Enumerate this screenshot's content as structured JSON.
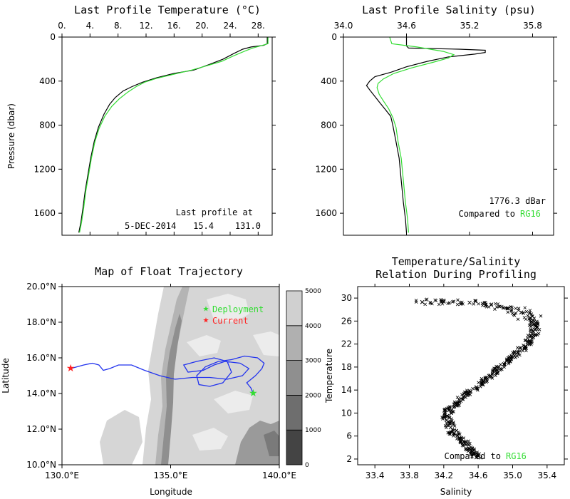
{
  "chart_data": [
    {
      "id": "temperature",
      "type": "line",
      "title": "Last Profile Temperature (°C)",
      "ylabel": "Pressure (dbar)",
      "xlim": [
        0,
        30
      ],
      "ylim": [
        1800,
        0
      ],
      "x_ticks": [
        {
          "v": 0,
          "l": "0."
        },
        {
          "v": 4,
          "l": "4."
        },
        {
          "v": 8,
          "l": "8."
        },
        {
          "v": 12,
          "l": "12."
        },
        {
          "v": 16,
          "l": "16."
        },
        {
          "v": 20,
          "l": "20."
        },
        {
          "v": 24,
          "l": "24."
        },
        {
          "v": 28,
          "l": "28."
        }
      ],
      "y_ticks": [
        {
          "v": 0,
          "l": "0"
        },
        {
          "v": 400,
          "l": "400"
        },
        {
          "v": 800,
          "l": "800"
        },
        {
          "v": 1200,
          "l": "1200"
        },
        {
          "v": 1600,
          "l": "1600"
        }
      ],
      "annotations": [
        "Last profile at",
        "5-DEC-2014",
        "15.4",
        "131.0"
      ],
      "series": [
        {
          "color": "#000000",
          "points": [
            [
              29.3,
              0
            ],
            [
              29.3,
              60
            ],
            [
              28.8,
              75
            ],
            [
              27.0,
              90
            ],
            [
              25.8,
              110
            ],
            [
              24.5,
              150
            ],
            [
              23.0,
              200
            ],
            [
              21.0,
              250
            ],
            [
              18.8,
              300
            ],
            [
              16.0,
              330
            ],
            [
              13.5,
              370
            ],
            [
              11.5,
              410
            ],
            [
              10.0,
              450
            ],
            [
              8.7,
              490
            ],
            [
              7.6,
              550
            ],
            [
              6.8,
              610
            ],
            [
              6.0,
              700
            ],
            [
              5.2,
              820
            ],
            [
              4.6,
              950
            ],
            [
              4.1,
              1100
            ],
            [
              3.7,
              1250
            ],
            [
              3.3,
              1400
            ],
            [
              3.0,
              1550
            ],
            [
              2.7,
              1680
            ],
            [
              2.4,
              1776
            ]
          ]
        },
        {
          "color": "#33dd33",
          "points": [
            [
              29.4,
              0
            ],
            [
              29.4,
              60
            ],
            [
              28.3,
              80
            ],
            [
              27.2,
              100
            ],
            [
              26.0,
              130
            ],
            [
              24.5,
              170
            ],
            [
              22.8,
              220
            ],
            [
              20.7,
              260
            ],
            [
              18.5,
              300
            ],
            [
              15.8,
              340
            ],
            [
              13.5,
              375
            ],
            [
              11.8,
              410
            ],
            [
              10.6,
              450
            ],
            [
              9.4,
              500
            ],
            [
              8.2,
              560
            ],
            [
              7.1,
              630
            ],
            [
              6.1,
              720
            ],
            [
              5.3,
              830
            ],
            [
              4.7,
              950
            ],
            [
              4.2,
              1100
            ],
            [
              3.8,
              1250
            ],
            [
              3.4,
              1400
            ],
            [
              3.1,
              1550
            ],
            [
              2.8,
              1680
            ],
            [
              2.5,
              1776
            ]
          ]
        }
      ]
    },
    {
      "id": "salinity",
      "type": "line",
      "title": "Last Profile Salinity (psu)",
      "xlim": [
        34.0,
        36.0
      ],
      "ylim": [
        1800,
        0
      ],
      "x_ticks": [
        {
          "v": 34.0,
          "l": "34.0"
        },
        {
          "v": 34.6,
          "l": "34.6"
        },
        {
          "v": 35.2,
          "l": "35.2"
        },
        {
          "v": 35.8,
          "l": "35.8"
        }
      ],
      "y_ticks": [
        {
          "v": 0,
          "l": "0"
        },
        {
          "v": 400,
          "l": "400"
        },
        {
          "v": 800,
          "l": "800"
        },
        {
          "v": 1200,
          "l": "1200"
        },
        {
          "v": 1600,
          "l": "1600"
        }
      ],
      "annotations": [
        "1776.3 dBar",
        "Compared to",
        "RG16"
      ],
      "series": [
        {
          "color": "#000000",
          "points": [
            [
              34.6,
              0
            ],
            [
              34.6,
              80
            ],
            [
              34.62,
              100
            ],
            [
              35.1,
              110
            ],
            [
              35.35,
              120
            ],
            [
              35.35,
              140
            ],
            [
              35.25,
              155
            ],
            [
              35.0,
              180
            ],
            [
              34.8,
              220
            ],
            [
              34.6,
              270
            ],
            [
              34.45,
              320
            ],
            [
              34.3,
              360
            ],
            [
              34.25,
              400
            ],
            [
              34.22,
              440
            ],
            [
              34.25,
              480
            ],
            [
              34.3,
              540
            ],
            [
              34.35,
              600
            ],
            [
              34.4,
              660
            ],
            [
              34.45,
              720
            ],
            [
              34.47,
              800
            ],
            [
              34.5,
              950
            ],
            [
              34.53,
              1100
            ],
            [
              34.55,
              1300
            ],
            [
              34.57,
              1500
            ],
            [
              34.59,
              1650
            ],
            [
              34.6,
              1776
            ]
          ]
        },
        {
          "color": "#33dd33",
          "points": [
            [
              34.44,
              0
            ],
            [
              34.46,
              60
            ],
            [
              34.7,
              90
            ],
            [
              34.95,
              130
            ],
            [
              35.05,
              160
            ],
            [
              35.0,
              190
            ],
            [
              34.85,
              230
            ],
            [
              34.65,
              280
            ],
            [
              34.48,
              330
            ],
            [
              34.38,
              380
            ],
            [
              34.33,
              420
            ],
            [
              34.32,
              460
            ],
            [
              34.34,
              520
            ],
            [
              34.38,
              580
            ],
            [
              34.43,
              650
            ],
            [
              34.47,
              730
            ],
            [
              34.5,
              820
            ],
            [
              34.52,
              950
            ],
            [
              34.55,
              1100
            ],
            [
              34.57,
              1300
            ],
            [
              34.59,
              1500
            ],
            [
              34.61,
              1650
            ],
            [
              34.62,
              1776
            ]
          ]
        }
      ]
    },
    {
      "id": "map",
      "type": "scatter",
      "title": "Map of Float Trajectory",
      "xlabel": "Longitude",
      "ylabel": "Latitude",
      "xlim": [
        130,
        140
      ],
      "ylim": [
        10,
        20
      ],
      "x_ticks": [
        {
          "v": 130,
          "l": "130.0°E"
        },
        {
          "v": 135,
          "l": "135.0°E"
        },
        {
          "v": 140,
          "l": "140.0°E"
        }
      ],
      "y_ticks": [
        {
          "v": 10,
          "l": "10.0°N"
        },
        {
          "v": 12,
          "l": "12.0°N"
        },
        {
          "v": 14,
          "l": "14.0°N"
        },
        {
          "v": 16,
          "l": "16.0°N"
        },
        {
          "v": 18,
          "l": "18.0°N"
        },
        {
          "v": 20,
          "l": "20.0°N"
        }
      ],
      "legend": [
        {
          "label": "Deployment",
          "color": "#33dd33"
        },
        {
          "label": "Current",
          "color": "#ff2222"
        }
      ],
      "deployment": [
        138.8,
        14.0
      ],
      "current": [
        130.4,
        15.4
      ],
      "trajectory": [
        [
          138.8,
          14.0
        ],
        [
          138.7,
          14.3
        ],
        [
          138.5,
          14.6
        ],
        [
          138.9,
          15.0
        ],
        [
          139.2,
          15.4
        ],
        [
          139.3,
          15.7
        ],
        [
          139.0,
          16.0
        ],
        [
          138.4,
          16.1
        ],
        [
          137.8,
          15.9
        ],
        [
          137.2,
          15.8
        ],
        [
          136.6,
          15.5
        ],
        [
          136.2,
          15.0
        ],
        [
          136.3,
          14.5
        ],
        [
          136.8,
          14.4
        ],
        [
          137.4,
          14.6
        ],
        [
          137.8,
          15.2
        ],
        [
          137.6,
          15.8
        ],
        [
          137.0,
          16.0
        ],
        [
          136.2,
          15.8
        ],
        [
          135.6,
          15.6
        ],
        [
          135.8,
          15.2
        ],
        [
          136.5,
          15.3
        ],
        [
          137.0,
          15.6
        ],
        [
          137.5,
          15.8
        ],
        [
          138.2,
          15.7
        ],
        [
          138.6,
          15.4
        ],
        [
          138.3,
          15.0
        ],
        [
          137.6,
          14.8
        ],
        [
          136.8,
          14.9
        ],
        [
          136.0,
          14.9
        ],
        [
          135.2,
          14.8
        ],
        [
          134.5,
          15.0
        ],
        [
          133.8,
          15.3
        ],
        [
          133.2,
          15.6
        ],
        [
          132.6,
          15.6
        ],
        [
          132.2,
          15.4
        ],
        [
          131.9,
          15.3
        ],
        [
          131.7,
          15.6
        ],
        [
          131.4,
          15.7
        ],
        [
          131.0,
          15.6
        ],
        [
          130.7,
          15.5
        ],
        [
          130.4,
          15.4
        ]
      ],
      "bathymetry_levels": [
        0,
        1000,
        2000,
        3000,
        4000,
        5000
      ],
      "bathymetry_colors": [
        "#444444",
        "#6e6e6e",
        "#8f8f8f",
        "#b0b0b0",
        "#d0d0d0",
        "#ececec"
      ]
    },
    {
      "id": "ts",
      "type": "scatter",
      "title": "Temperature/Salinity",
      "subtitle": "Relation During Profiling",
      "xlabel": "Salinity",
      "ylabel": "Temperature",
      "xlim": [
        33.2,
        35.6
      ],
      "ylim": [
        1,
        32
      ],
      "x_ticks": [
        {
          "v": 33.4,
          "l": "33.4"
        },
        {
          "v": 33.8,
          "l": "33.8"
        },
        {
          "v": 34.2,
          "l": "34.2"
        },
        {
          "v": 34.6,
          "l": "34.6"
        },
        {
          "v": 35.0,
          "l": "35.0"
        },
        {
          "v": 35.4,
          "l": "35.4"
        }
      ],
      "y_ticks": [
        {
          "v": 2,
          "l": "2"
        },
        {
          "v": 6,
          "l": "6"
        },
        {
          "v": 10,
          "l": "10"
        },
        {
          "v": 14,
          "l": "14"
        },
        {
          "v": 18,
          "l": "18"
        },
        {
          "v": 22,
          "l": "22"
        },
        {
          "v": 26,
          "l": "26"
        },
        {
          "v": 30,
          "l": "30"
        }
      ],
      "annotations": [
        "Compared to",
        "RG16"
      ],
      "points": [
        [
          34.58,
          2.3
        ],
        [
          34.55,
          3.0
        ],
        [
          34.5,
          3.8
        ],
        [
          34.45,
          4.6
        ],
        [
          34.38,
          5.5
        ],
        [
          34.32,
          6.5
        ],
        [
          34.28,
          7.5
        ],
        [
          34.25,
          8.5
        ],
        [
          34.24,
          9.5
        ],
        [
          34.26,
          10.5
        ],
        [
          34.32,
          11.5
        ],
        [
          34.4,
          12.5
        ],
        [
          34.48,
          13.5
        ],
        [
          34.58,
          14.5
        ],
        [
          34.66,
          15.5
        ],
        [
          34.74,
          16.5
        ],
        [
          34.82,
          17.5
        ],
        [
          34.9,
          18.5
        ],
        [
          34.98,
          19.5
        ],
        [
          35.06,
          20.5
        ],
        [
          35.14,
          21.5
        ],
        [
          35.2,
          22.5
        ],
        [
          35.24,
          23.5
        ],
        [
          35.26,
          24.5
        ],
        [
          35.25,
          25.5
        ],
        [
          35.2,
          26.5
        ],
        [
          35.1,
          27.5
        ],
        [
          34.95,
          28.2
        ],
        [
          34.75,
          28.8
        ],
        [
          34.5,
          29.2
        ],
        [
          34.2,
          29.4
        ],
        [
          33.95,
          29.3
        ]
      ]
    }
  ]
}
